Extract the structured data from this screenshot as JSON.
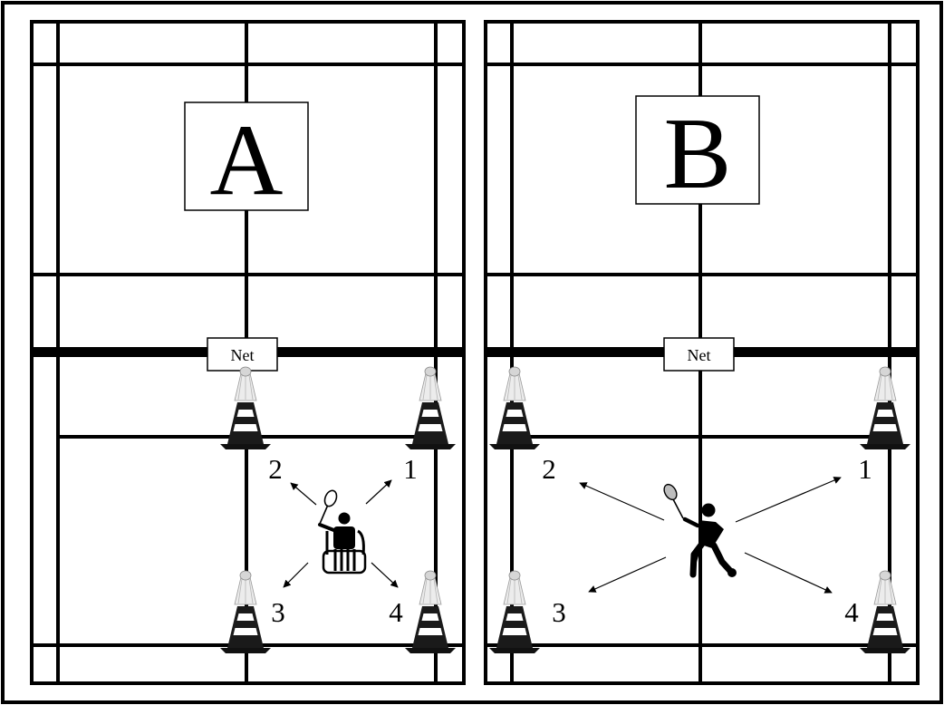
{
  "panels": [
    {
      "letter": "A",
      "net_label": "Net",
      "player": "wheelchair-player",
      "positions": [
        "1",
        "2",
        "3",
        "4"
      ]
    },
    {
      "letter": "B",
      "net_label": "Net",
      "player": "standing-player",
      "positions": [
        "1",
        "2",
        "3",
        "4"
      ]
    }
  ],
  "colors": {
    "line": "#000000",
    "background": "#ffffff",
    "cone": "#1a1a1a",
    "cone_stripe": "#ffffff",
    "shuttle_feather": "#e6e6e6"
  }
}
